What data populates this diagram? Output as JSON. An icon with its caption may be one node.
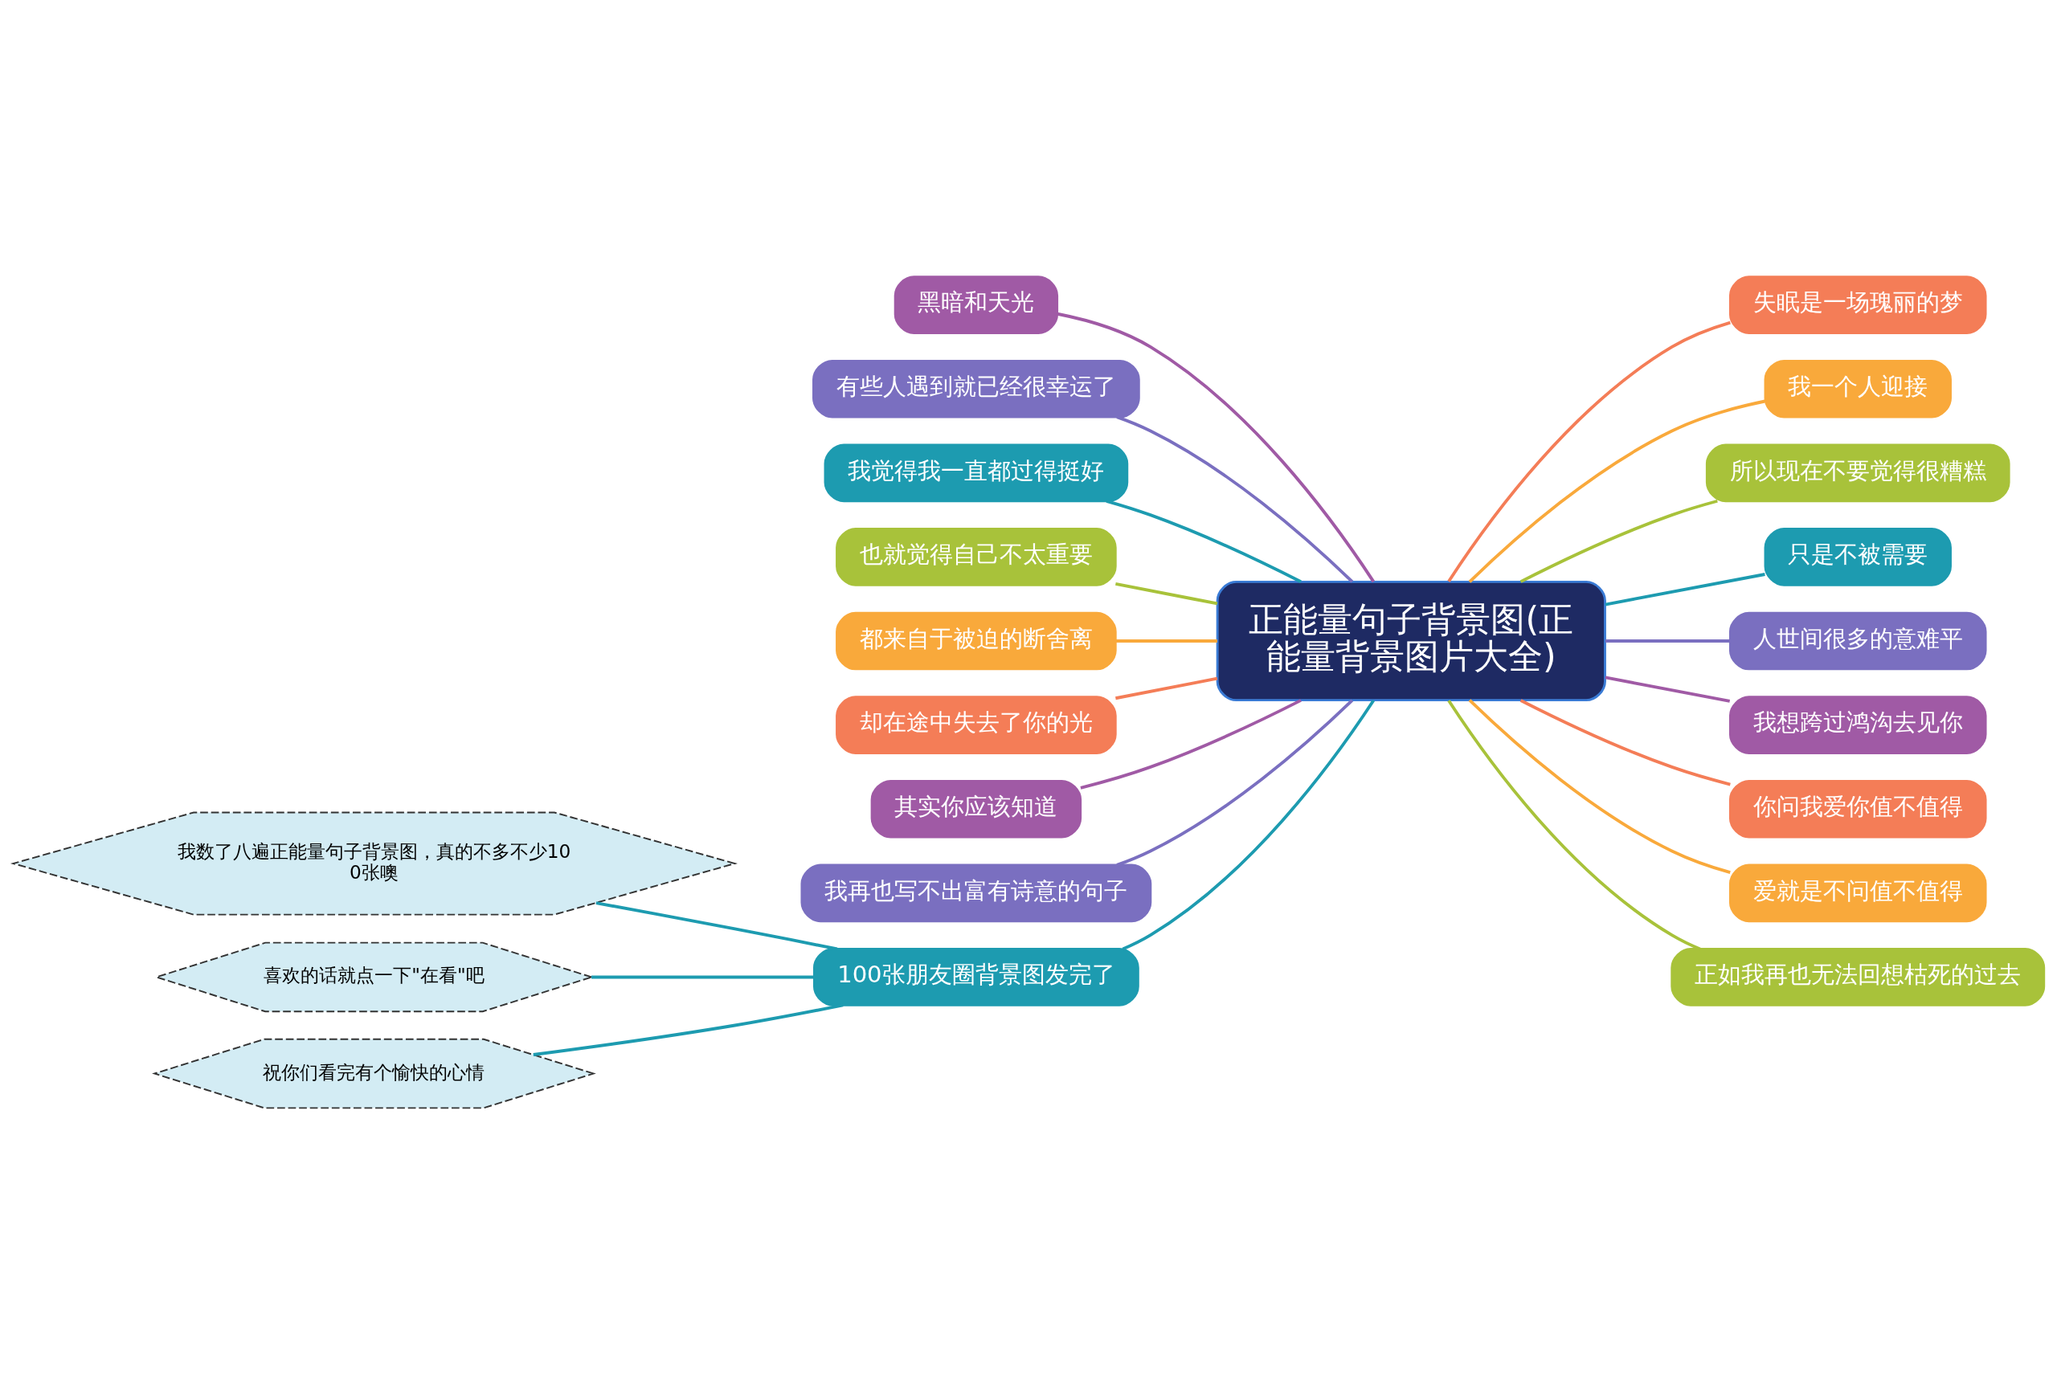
{
  "diagram": {
    "nodes": [
      {
        "text": [
          "正能量句子背景图(正能量背景图片大全)"
        ]
      },
      {
        "text": [
          "黑暗和天光"
        ]
      },
      {
        "text": [
          "有些人遇到就已经很幸运了"
        ]
      },
      {
        "text": [
          "我觉得我一直都过得挺好"
        ]
      },
      {
        "text": [
          "也就觉得自己不太重要"
        ]
      },
      {
        "text": [
          "都来自于被迫的断舍离"
        ]
      },
      {
        "text": [
          "却在途中失去了你的光"
        ]
      },
      {
        "text": [
          "其实你应该知道"
        ]
      },
      {
        "text": [
          "我再也写不出富有诗意的句子"
        ]
      },
      {
        "text": [
          "100张朋友圈背景图发完了"
        ]
      },
      {
        "text": [
          "我数了八遍正能量句子背景图，真的不多不少100张噢"
        ]
      },
      {
        "text": [
          "喜欢的话就点一下\"在看\"吧"
        ]
      },
      {
        "text": [
          "祝你们看完有个愉快的心情"
        ]
      },
      {
        "text": [
          "失眠是一场瑰丽的梦"
        ]
      },
      {
        "text": [
          "我一个人迎接"
        ]
      },
      {
        "text": [
          "所以现在不要觉得很糟糕"
        ]
      },
      {
        "text": [
          "只是不被需要"
        ]
      },
      {
        "text": [
          "人世间很多的意难平"
        ]
      },
      {
        "text": [
          "我想跨过鸿沟去见你"
        ]
      },
      {
        "text": [
          "你问我爱你值不值得"
        ]
      },
      {
        "text": [
          "爱就是不问值不值得"
        ]
      },
      {
        "text": [
          "正如我再也无法回想枯死的过去"
        ]
      }
    ],
    "edges": [
      {
        "from": 0,
        "to": 1,
        "arrow": "none",
        "color": "#a05aa5"
      },
      {
        "from": 0,
        "to": 2,
        "arrow": "none",
        "color": "#7a6fc0"
      },
      {
        "from": 0,
        "to": 3,
        "arrow": "none",
        "color": "#1d9bb0"
      },
      {
        "from": 0,
        "to": 4,
        "arrow": "none",
        "color": "#a8c23a"
      },
      {
        "from": 0,
        "to": 5,
        "arrow": "none",
        "color": "#f9a93b"
      },
      {
        "from": 0,
        "to": 6,
        "arrow": "none",
        "color": "#f47d57"
      },
      {
        "from": 0,
        "to": 7,
        "arrow": "none",
        "color": "#a05aa5"
      },
      {
        "from": 0,
        "to": 8,
        "arrow": "none",
        "color": "#7a6fc0"
      },
      {
        "from": 0,
        "to": 9,
        "arrow": "none",
        "color": "#1d9bb0"
      },
      {
        "from": 9,
        "to": 10,
        "arrow": "none",
        "color": "#1d9bb0"
      },
      {
        "from": 9,
        "to": 11,
        "arrow": "none",
        "color": "#1d9bb0"
      },
      {
        "from": 9,
        "to": 12,
        "arrow": "none",
        "color": "#1d9bb0"
      },
      {
        "from": 0,
        "to": 13,
        "arrow": "none",
        "color": "#f47d57"
      },
      {
        "from": 0,
        "to": 14,
        "arrow": "none",
        "color": "#f9a93b"
      },
      {
        "from": 0,
        "to": 15,
        "arrow": "none",
        "color": "#a8c23a"
      },
      {
        "from": 0,
        "to": 16,
        "arrow": "none",
        "color": "#1d9bb0"
      },
      {
        "from": 0,
        "to": 17,
        "arrow": "none",
        "color": "#7a6fc0"
      },
      {
        "from": 0,
        "to": 18,
        "arrow": "none",
        "color": "#a05aa5"
      },
      {
        "from": 0,
        "to": 19,
        "arrow": "none",
        "color": "#f47d57"
      },
      {
        "from": 0,
        "to": 20,
        "arrow": "none",
        "color": "#f9a93b"
      },
      {
        "from": 0,
        "to": 21,
        "arrow": "none",
        "color": "#a8c23a"
      }
    ]
  }
}
